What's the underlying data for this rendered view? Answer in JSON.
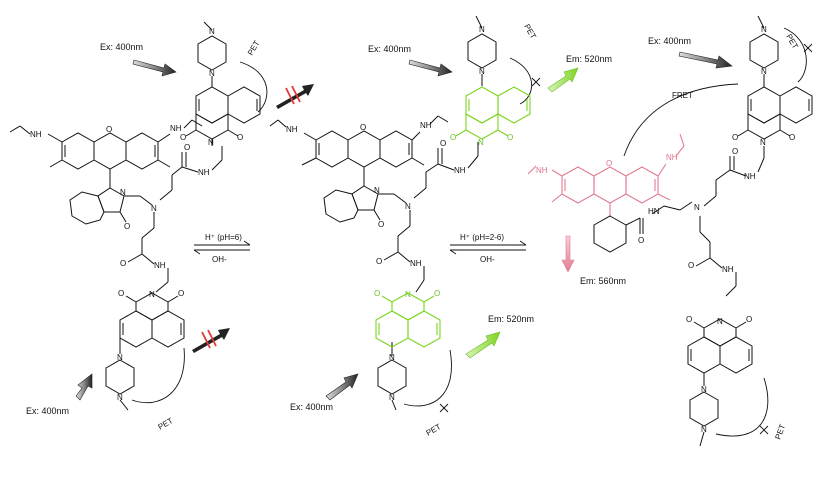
{
  "colors": {
    "ink": "#111111",
    "green": "#7ed321",
    "pink": "#e37a92",
    "red": "#e53935",
    "grey_arrow": "#777777"
  },
  "labels": {
    "ex1": "Ex: 400nm",
    "ex2": "Ex: 400nm",
    "ex3": "Ex: 400nm",
    "ex4": "Ex: 400nm",
    "ex5": "Ex: 400nm",
    "em1": "Em: 520nm",
    "em2": "Em: 520nm",
    "em3": "Em: 560nm",
    "pet1": "PET",
    "pet2": "PET",
    "pet3": "PET",
    "pet4": "PET",
    "pet5": "PET",
    "pet6": "PET",
    "fret": "FRET",
    "eq1_top": "H⁺ (pH=6)",
    "eq1_bottom": "OH-",
    "eq2_top": "H⁺ (pH=2-6)",
    "eq2_bottom": "OH-"
  },
  "atoms": {
    "N": "N",
    "O": "O",
    "NH": "NH",
    "HN": "HN"
  }
}
